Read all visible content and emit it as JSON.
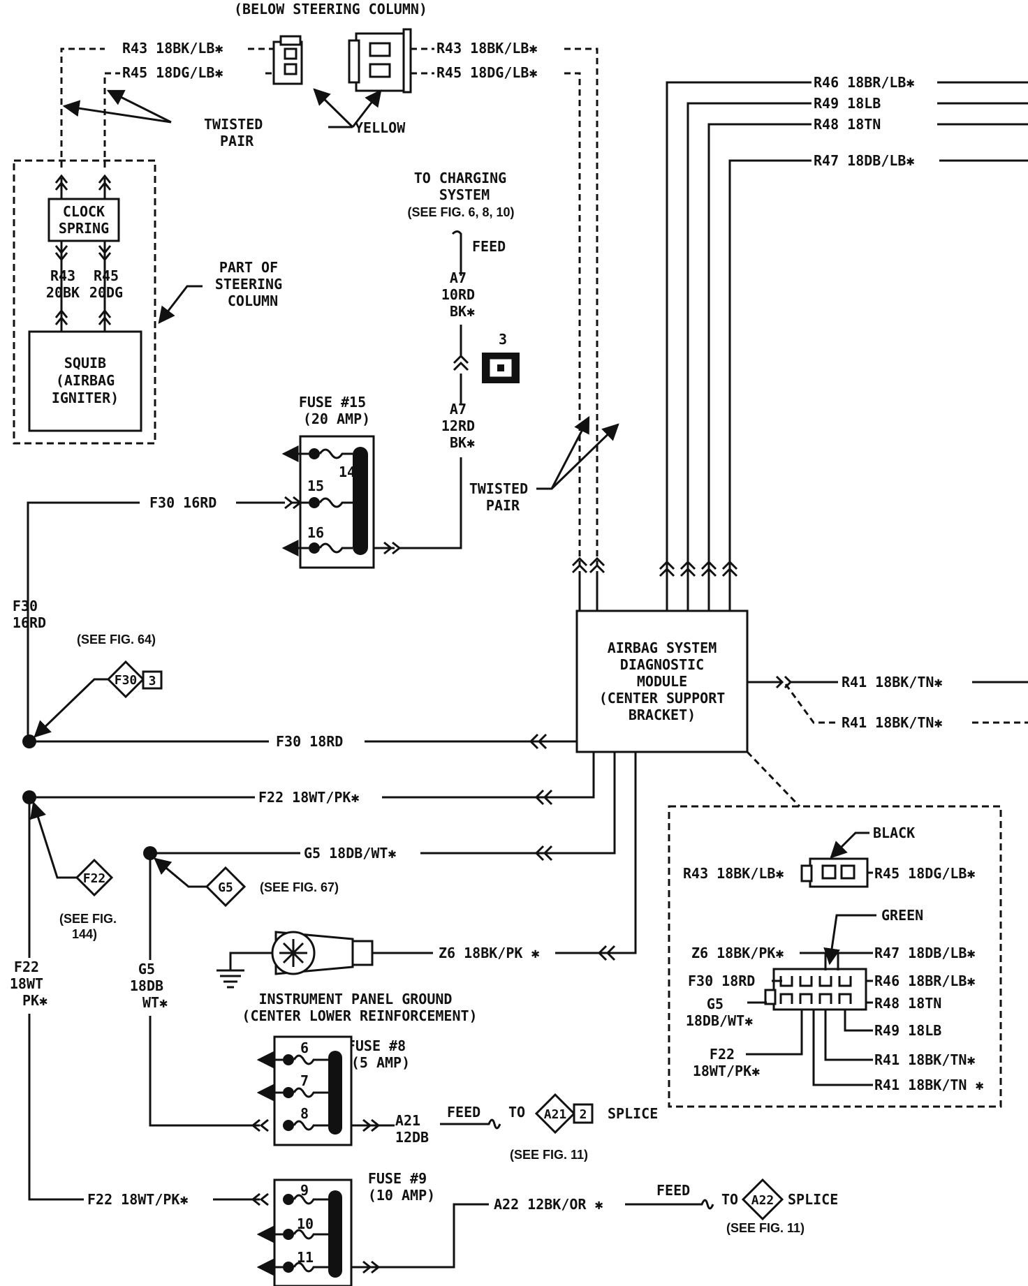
{
  "connector_note": "(BELOW STEERING COLUMN)",
  "steering": {
    "r43_left": "R43  18BK/LB✱",
    "r45_left": "R45  18DG/LB✱",
    "r43_right": "R43  18BK/LB✱",
    "r45_right": "R45  18DG/LB✱",
    "twisted_pair": [
      "TWISTED",
      "PAIR"
    ],
    "yellow": "YELLOW",
    "clock_spring": [
      "CLOCK",
      "SPRING"
    ],
    "r43_col": [
      "R43",
      "20BK"
    ],
    "r45_col": [
      "R45",
      "20DG"
    ],
    "part_of": [
      "PART OF",
      "STEERING",
      "COLUMN"
    ],
    "squib": [
      "SQUIB",
      "(AIRBAG",
      "IGNITER)"
    ]
  },
  "charging": {
    "to": [
      "TO CHARGING",
      "SYSTEM"
    ],
    "see": "(SEE FIG. 6, 8, 10)",
    "feed": "FEED",
    "a7_top": [
      "A7",
      "10RD",
      "BK✱"
    ],
    "a7_bottom": [
      "A7",
      "12RD",
      "BK✱"
    ],
    "conn_num": "3",
    "twisted_pair": [
      "TWISTED",
      "PAIR"
    ]
  },
  "fuse15": {
    "title": [
      "FUSE #15",
      "(20 AMP)"
    ],
    "pins": [
      "14",
      "15",
      "16"
    ]
  },
  "f30": {
    "top_wire": "F30  16RD",
    "vert": [
      "F30",
      "16RD"
    ],
    "see": "(SEE FIG. 64)",
    "splice": "F30",
    "splice_num": "3",
    "module_wire": "F30  18RD"
  },
  "module": {
    "lines": [
      "AIRBAG SYSTEM",
      "DIAGNOSTIC",
      "MODULE",
      "(CENTER SUPPORT",
      "BRACKET)"
    ]
  },
  "right_wires": {
    "r46": "R46  18BR/LB✱",
    "r49": "R49  18LB",
    "r48": "R48  18TN",
    "r47": "R47  18DB/LB✱",
    "r41a": "R41  18BK/TN✱",
    "r41b": "R41  18BK/TN✱"
  },
  "f22": {
    "wire": "F22  18WT/PK✱",
    "splice": "F22",
    "see": [
      "(SEE FIG.",
      "144)"
    ],
    "vert": [
      "F22",
      "18WT",
      "PK✱"
    ],
    "bottom_wire": "F22  18WT/PK✱"
  },
  "g5": {
    "wire": "G5  18DB/WT✱",
    "splice": "G5",
    "see": "(SEE FIG. 67)",
    "vert": [
      "G5",
      "18DB",
      "WT✱"
    ]
  },
  "ground": {
    "wire": "Z6  18BK/PK ✱",
    "label": [
      "INSTRUMENT PANEL GROUND",
      "(CENTER LOWER REINFORCEMENT)"
    ]
  },
  "fuse8": {
    "title": [
      "FUSE #8",
      "(5 AMP)"
    ],
    "pins": [
      "6",
      "7",
      "8"
    ],
    "wire": [
      "A21",
      "12DB"
    ],
    "feed": "FEED",
    "to": "TO",
    "splice": "A21",
    "splice_num": "2",
    "splice_word": "SPLICE",
    "see": "(SEE FIG. 11)"
  },
  "fuse9": {
    "title": [
      "FUSE #9",
      "(10 AMP)"
    ],
    "pins": [
      "9",
      "10",
      "11"
    ],
    "wire": "A22  12BK/OR ✱",
    "feed": "FEED",
    "to": "TO",
    "splice": "A22",
    "splice_word": "SPLICE",
    "see": "(SEE FIG. 11)"
  },
  "inset": {
    "black": "BLACK",
    "r43": "R43  18BK/LB✱",
    "r45": "R45  18DG/LB✱",
    "green": "GREEN",
    "z6": "Z6  18BK/PK✱",
    "f30": "F30  18RD",
    "g5": [
      "G5",
      "18DB/WT✱"
    ],
    "f22": [
      "F22",
      "18WT/PK✱"
    ],
    "r47": "R47  18DB/LB✱",
    "r46": "R46  18BR/LB✱",
    "r48": "R48  18TN",
    "r49": "R49  18LB",
    "r41a": "R41  18BK/TN✱",
    "r41b": "R41  18BK/TN ✱"
  }
}
